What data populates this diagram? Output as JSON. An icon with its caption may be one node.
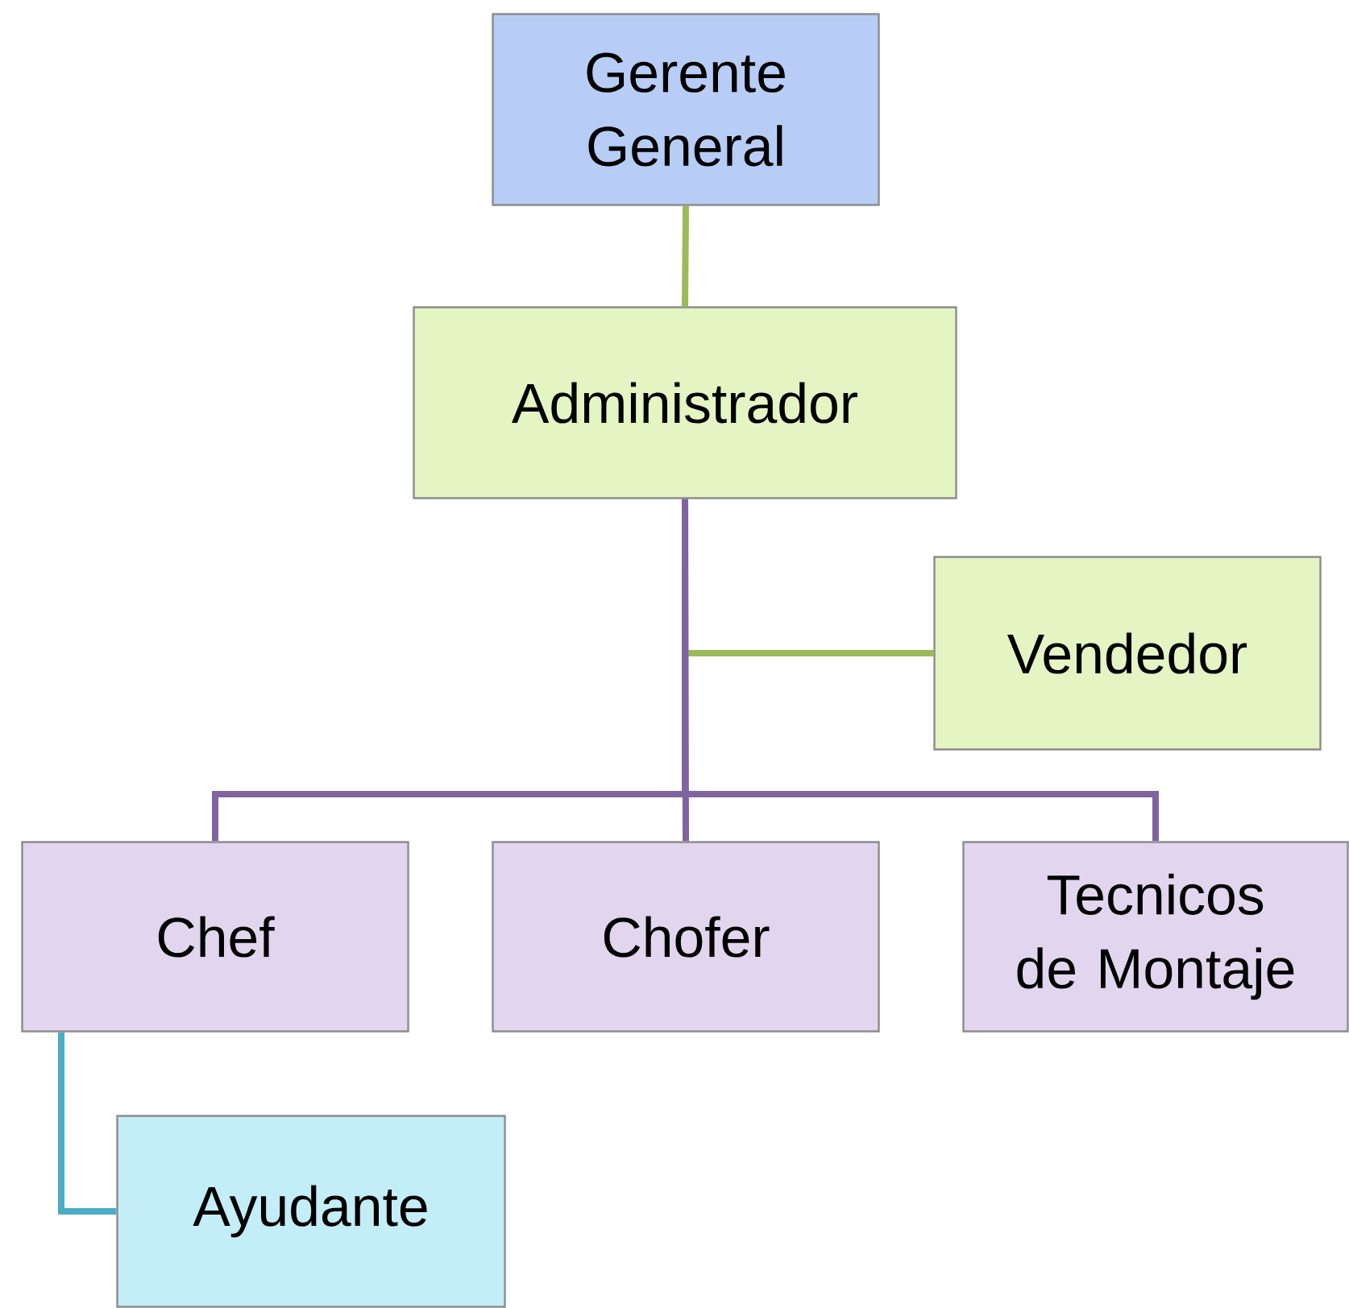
{
  "diagram": {
    "nodes": [
      {
        "text": [
          "Gerente General"
        ]
      },
      {
        "text": [
          "Administrador"
        ]
      },
      {
        "text": [
          "Vendedor"
        ]
      },
      {
        "text": [
          "Chef"
        ]
      },
      {
        "text": [
          "Chofer"
        ]
      },
      {
        "text": [
          "Tecnicos de Montaje"
        ]
      },
      {
        "text": [
          "Ayudante"
        ]
      }
    ],
    "edges": [
      {
        "from": 0,
        "to": 1,
        "arrow": "none",
        "color": "#9bbb59"
      },
      {
        "from": 1,
        "to": 2,
        "arrow": "none",
        "color": "#9bbb59"
      },
      {
        "from": 1,
        "to": 3,
        "arrow": "none"
      },
      {
        "from": 1,
        "to": 4,
        "arrow": "none"
      },
      {
        "from": 1,
        "to": 5,
        "arrow": "none"
      },
      {
        "from": 3,
        "to": 6,
        "arrow": "none",
        "color": "#4bacc6"
      }
    ]
  }
}
